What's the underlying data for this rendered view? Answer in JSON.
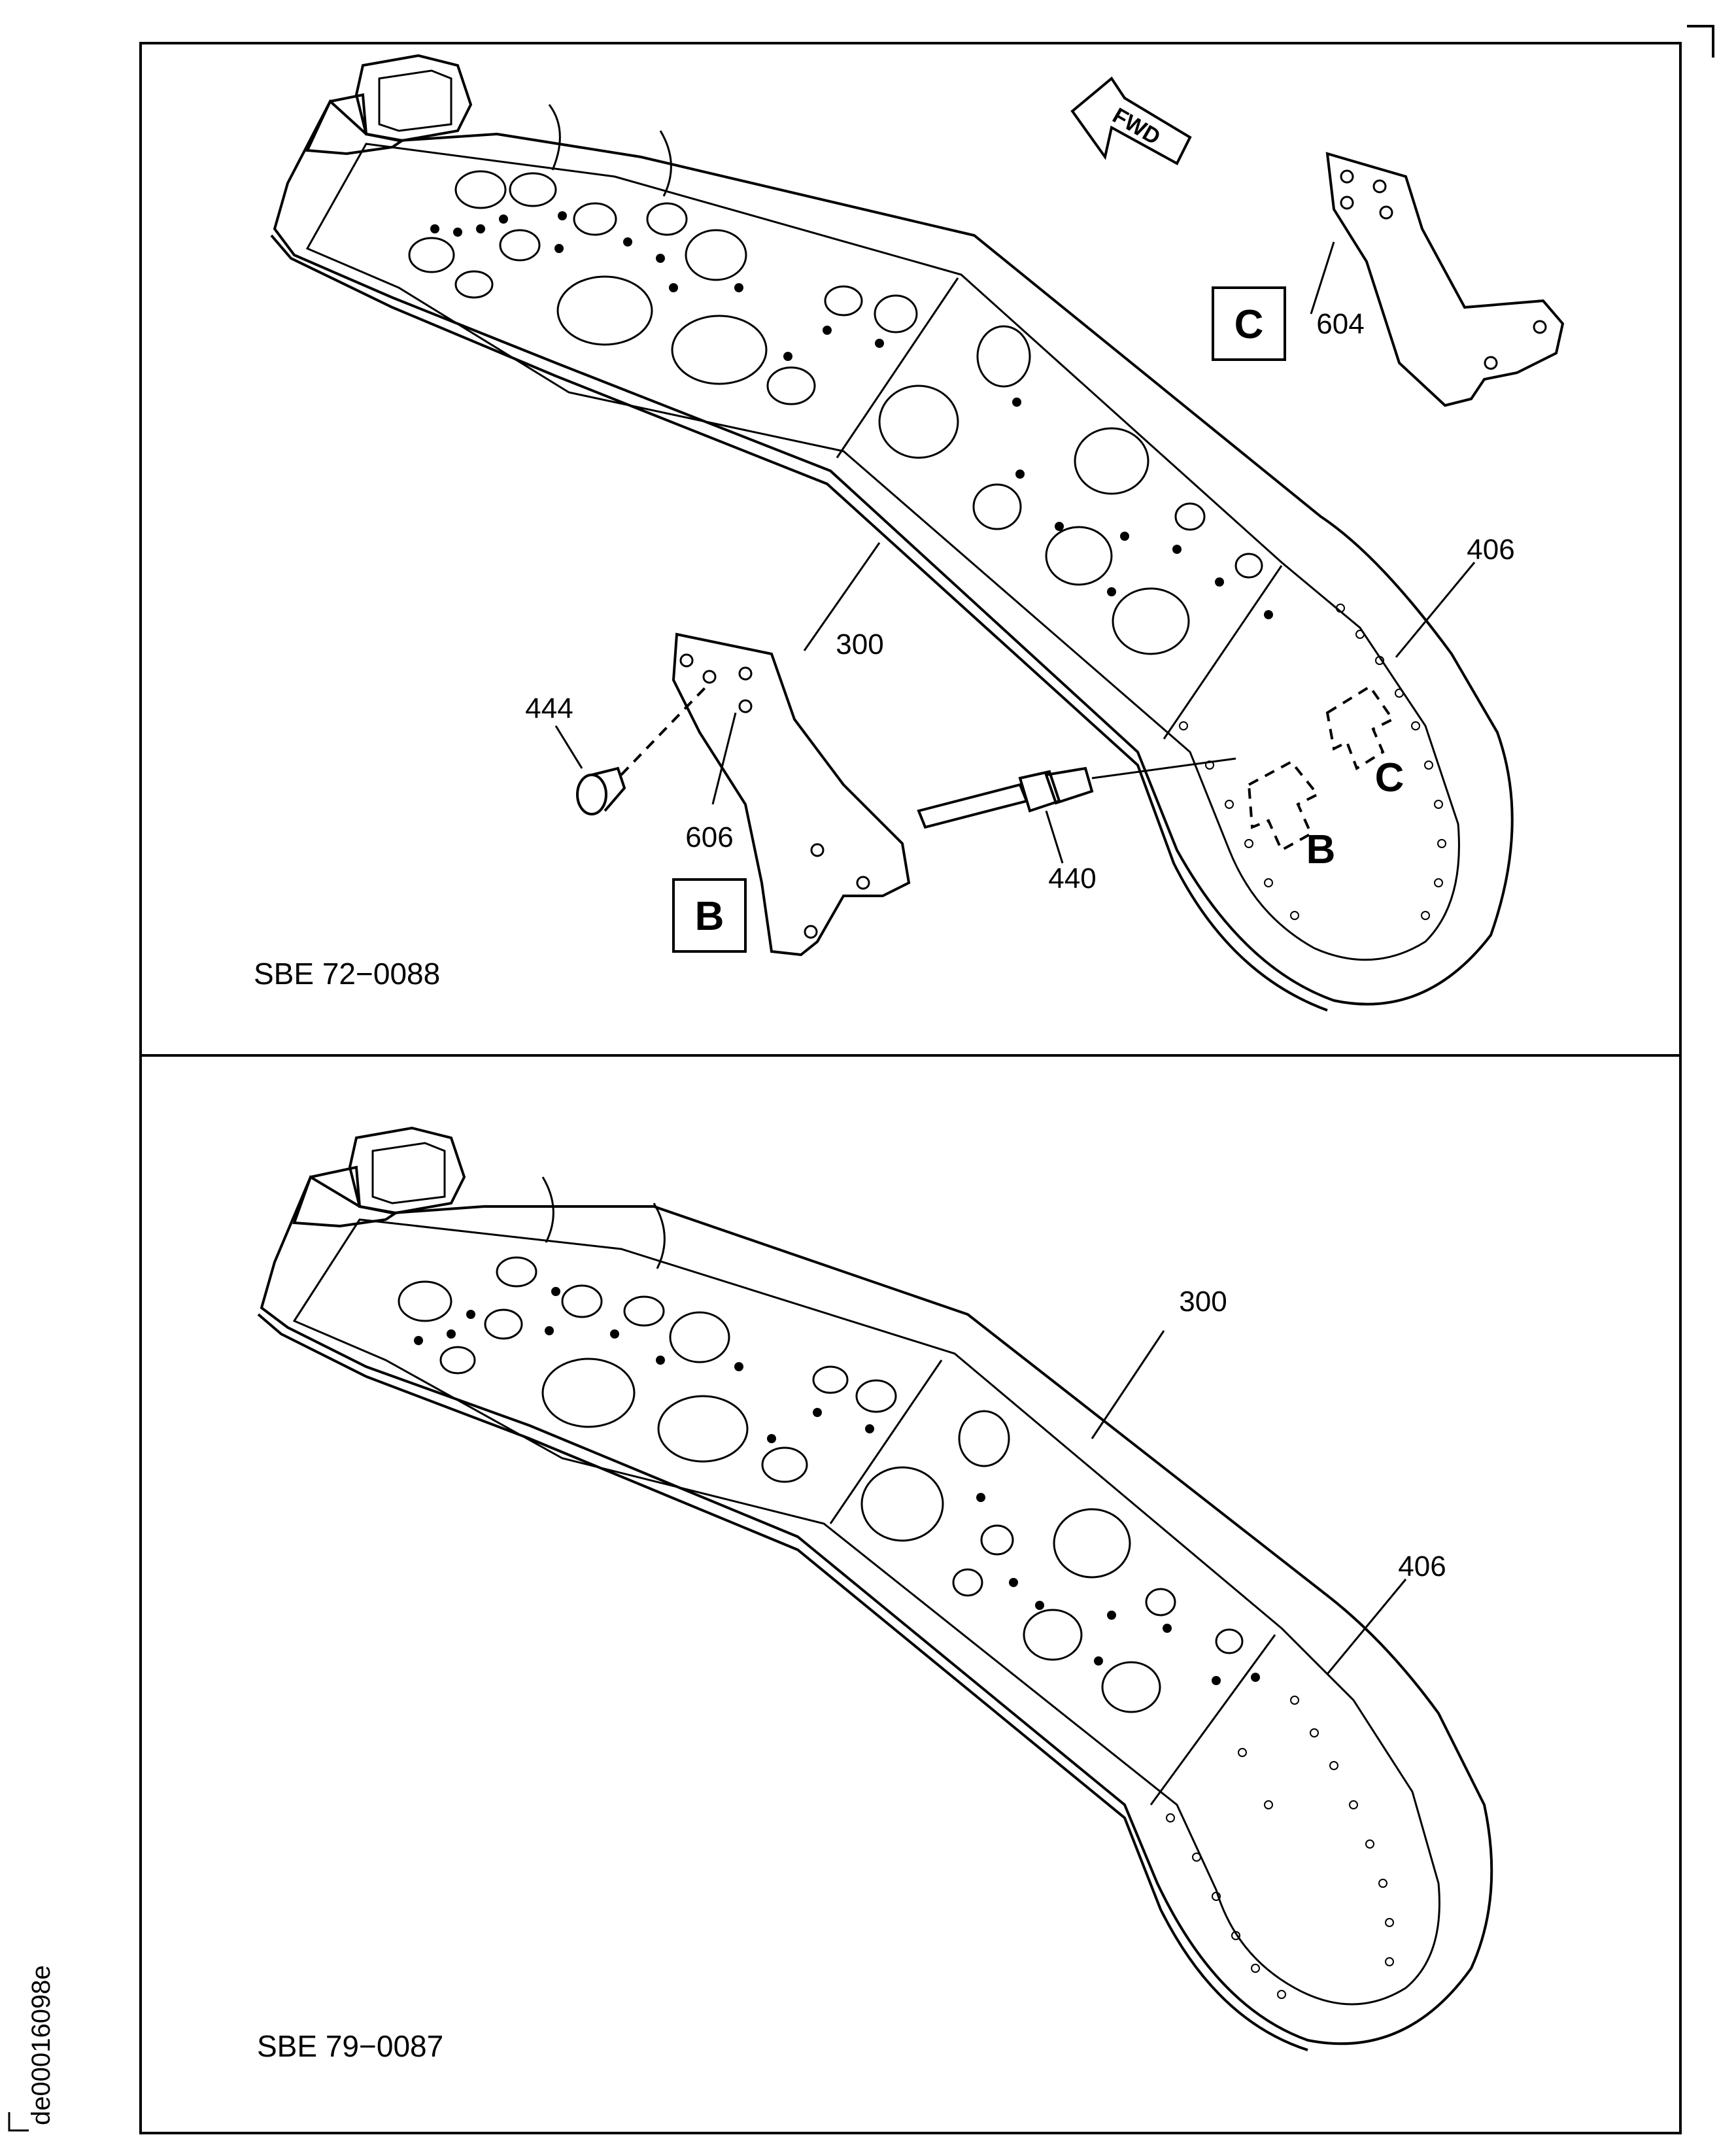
{
  "upper_panel": {
    "reference": "SBE 72−0088",
    "direction_arrow": "FWD",
    "callouts": {
      "beam": "300",
      "fitting": "406",
      "bracket_c": "604",
      "bracket_b": "606",
      "rivet": "440",
      "pin": "444"
    },
    "views": {
      "b": "B",
      "c": "C"
    }
  },
  "lower_panel": {
    "reference": "SBE 79−0087",
    "callouts": {
      "beam": "300",
      "fitting": "406"
    }
  },
  "document_id": "de00016098e"
}
